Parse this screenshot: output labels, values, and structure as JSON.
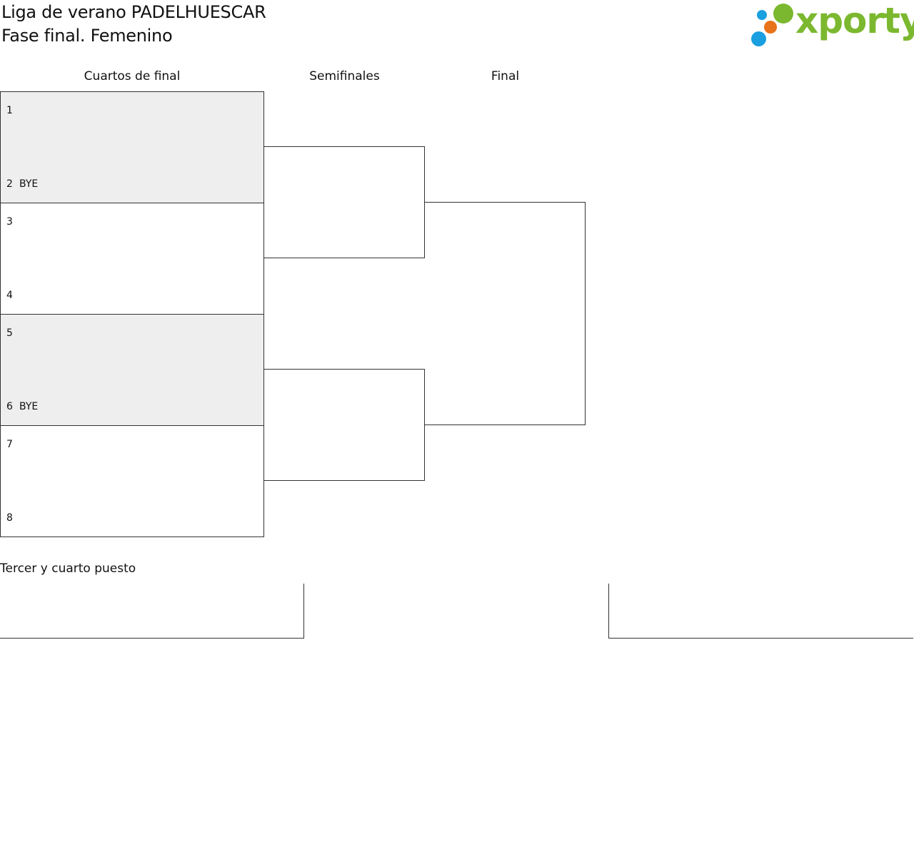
{
  "header": {
    "title": "Liga de verano PADELHUESCAR",
    "subtitle": "Fase final. Femenino"
  },
  "logo": {
    "text": "xporty",
    "colors": {
      "green": "#7cb82f",
      "orange": "#e8731a",
      "blue": "#1a9fe0"
    }
  },
  "rounds": [
    {
      "label": "Cuartos de final"
    },
    {
      "label": "Semifinales"
    },
    {
      "label": "Final"
    }
  ],
  "quarterfinals": [
    {
      "top": {
        "seed": "1",
        "team": ""
      },
      "bottom": {
        "seed": "2",
        "team": "BYE"
      },
      "shaded": true
    },
    {
      "top": {
        "seed": "3",
        "team": ""
      },
      "bottom": {
        "seed": "4",
        "team": ""
      },
      "shaded": false
    },
    {
      "top": {
        "seed": "5",
        "team": ""
      },
      "bottom": {
        "seed": "6",
        "team": "BYE"
      },
      "shaded": true
    },
    {
      "top": {
        "seed": "7",
        "team": ""
      },
      "bottom": {
        "seed": "8",
        "team": ""
      },
      "shaded": false
    }
  ],
  "third_place": {
    "label": "Tercer y cuarto puesto"
  },
  "colors": {
    "line": "#333333",
    "bye_shading": "#eeeeee"
  }
}
